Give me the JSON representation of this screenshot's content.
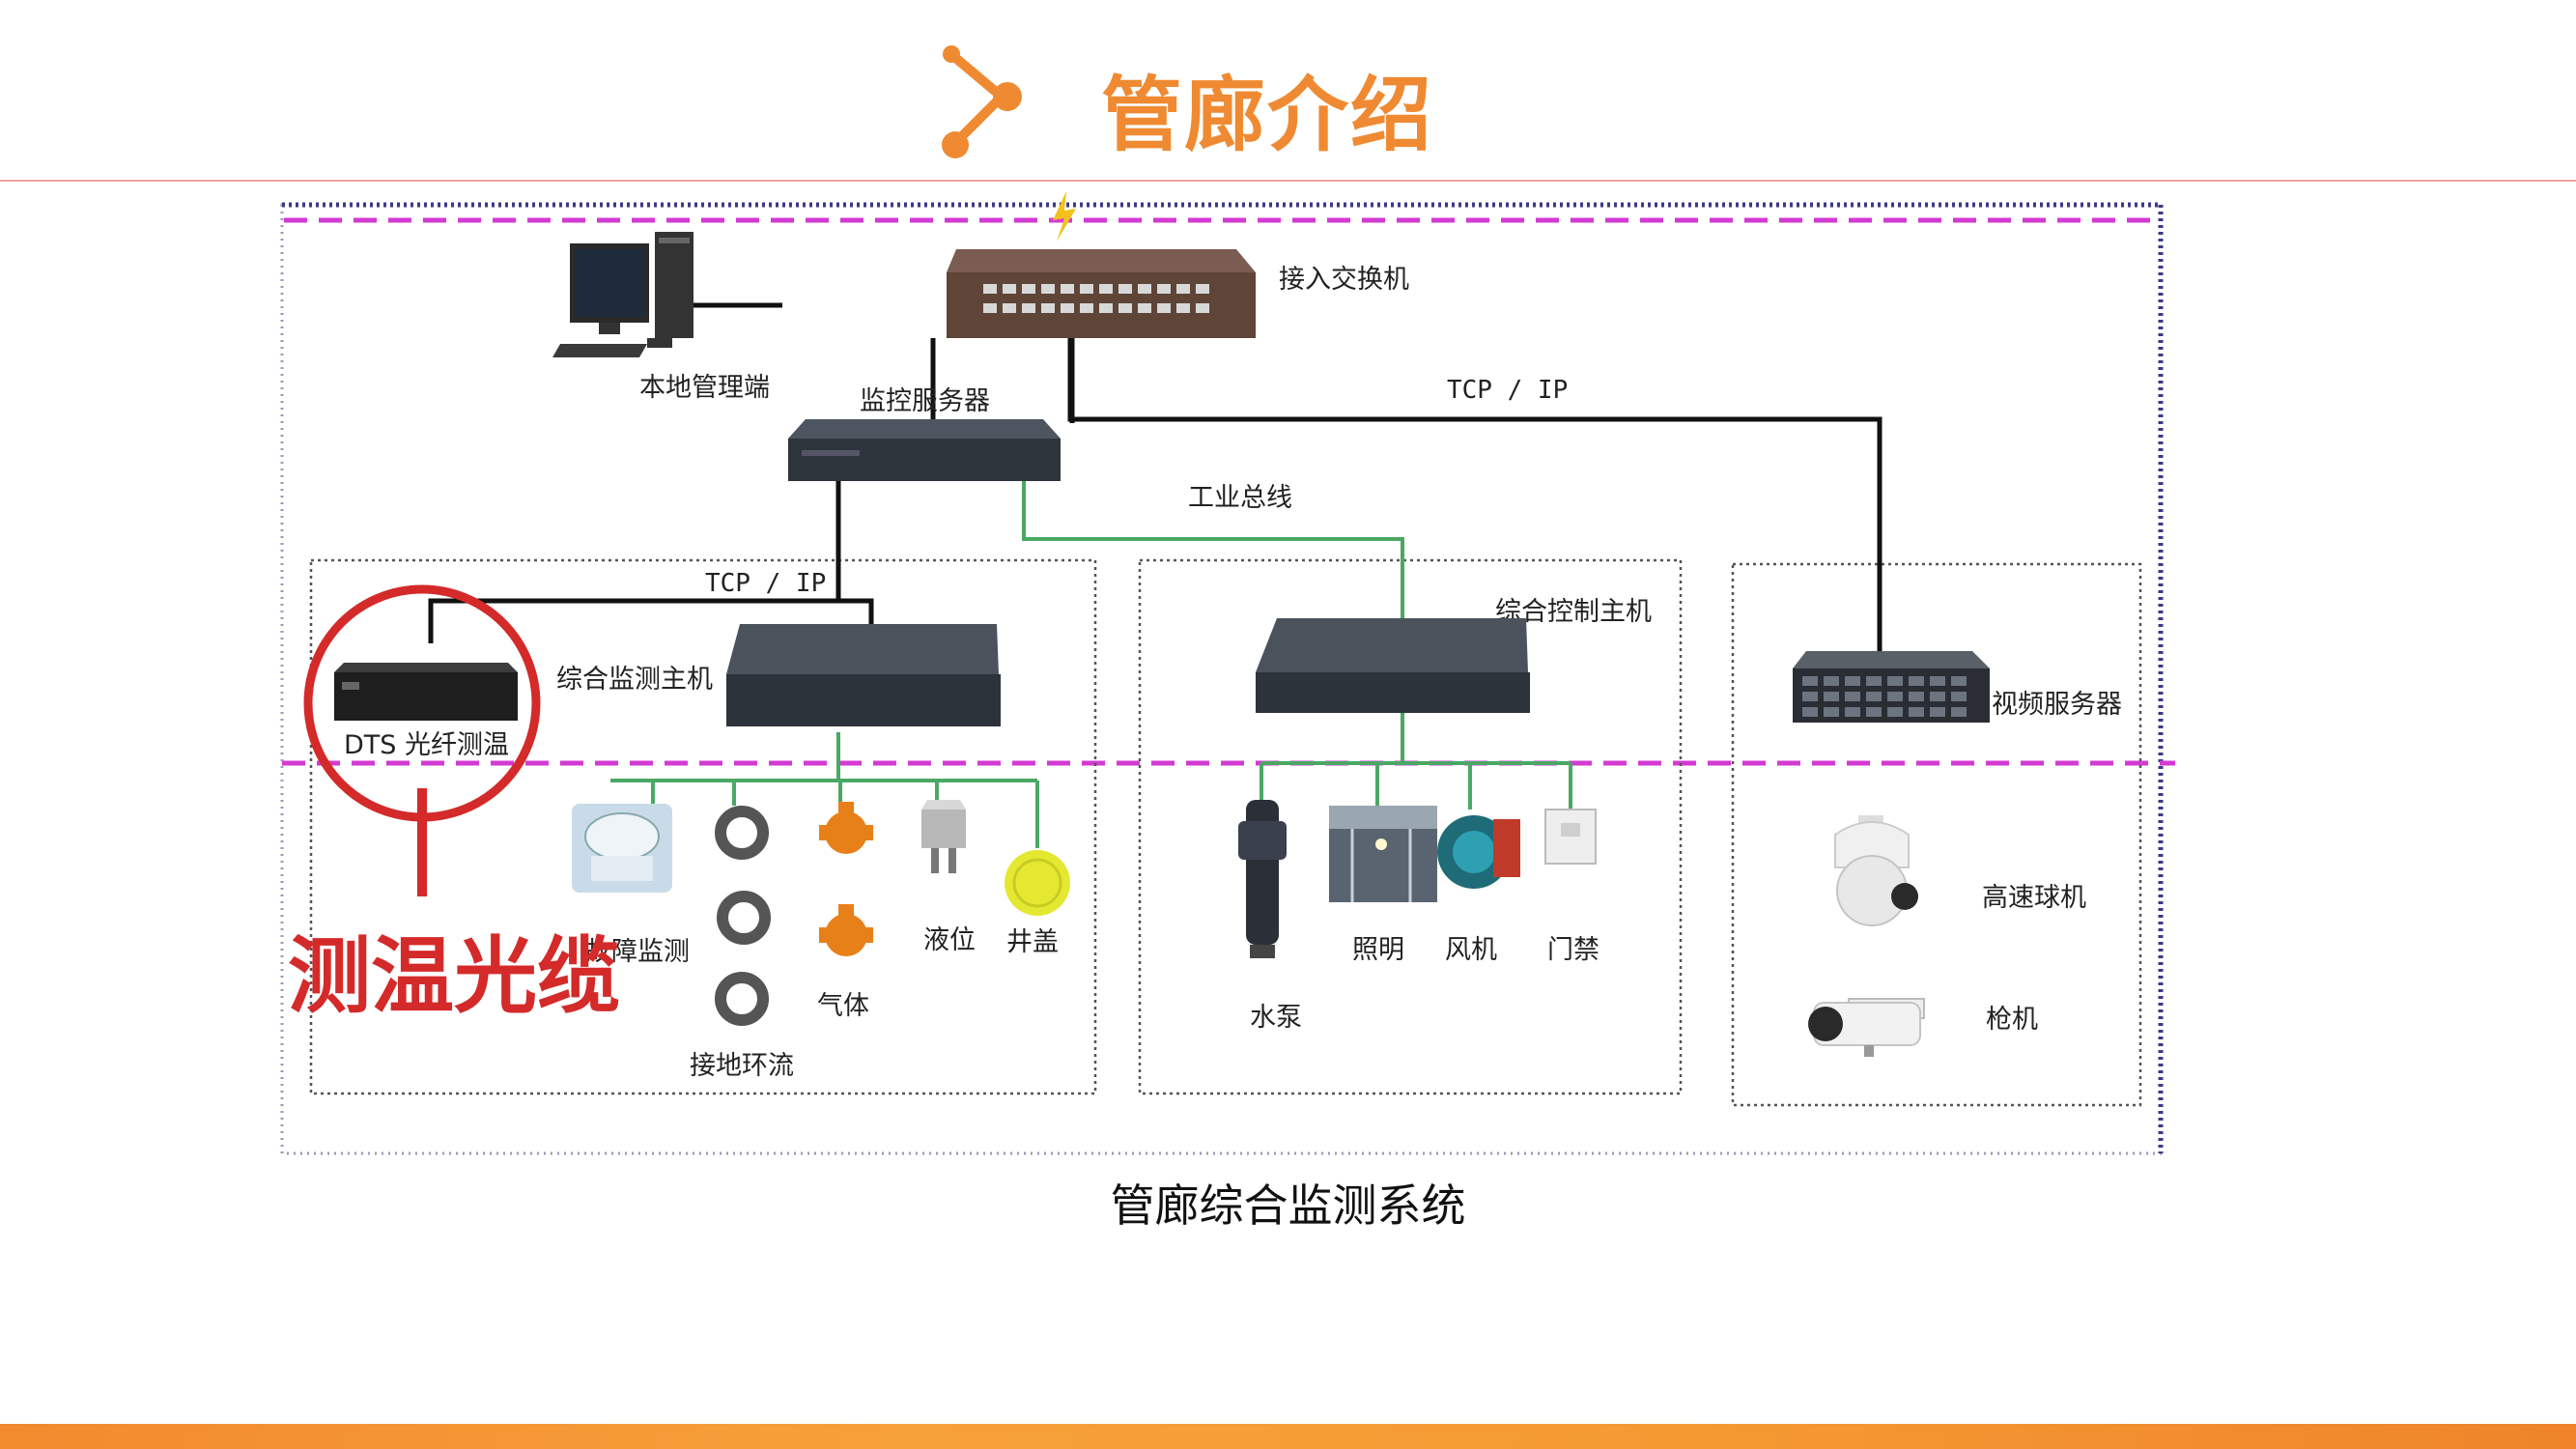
{
  "header": {
    "title": "管廊介绍",
    "accent_color": "#ef8a32",
    "icon": "share-icon"
  },
  "diagram": {
    "devices": {
      "access_switch": "接入交换机",
      "local_terminal": "本地管理端",
      "monitor_server": "监控服务器",
      "integrated_monitor_host": "综合监测主机",
      "integrated_control_host": "综合控制主机",
      "video_server": "视频服务器",
      "dts": "DTS 光纤测温"
    },
    "links": {
      "tcp_ip_top": "TCP / IP",
      "tcp_ip_left": "TCP / IP",
      "industrial_bus": "工业总线"
    },
    "sensors": {
      "fault_monitor": "故障监测",
      "ground_loop_current": "接地环流",
      "gas": "气体",
      "liquid_level": "液位",
      "manhole_cover": "井盖"
    },
    "actuators": {
      "water_pump": "水泵",
      "lighting": "照明",
      "fan": "风机",
      "access_control": "门禁"
    },
    "cameras": {
      "speed_dome": "高速球机",
      "bullet": "枪机"
    },
    "annotation": {
      "text": "测温光缆",
      "color": "#d42a2a"
    }
  },
  "caption": "管廊综合监测系统",
  "footer": {
    "color": "#f5952f"
  }
}
